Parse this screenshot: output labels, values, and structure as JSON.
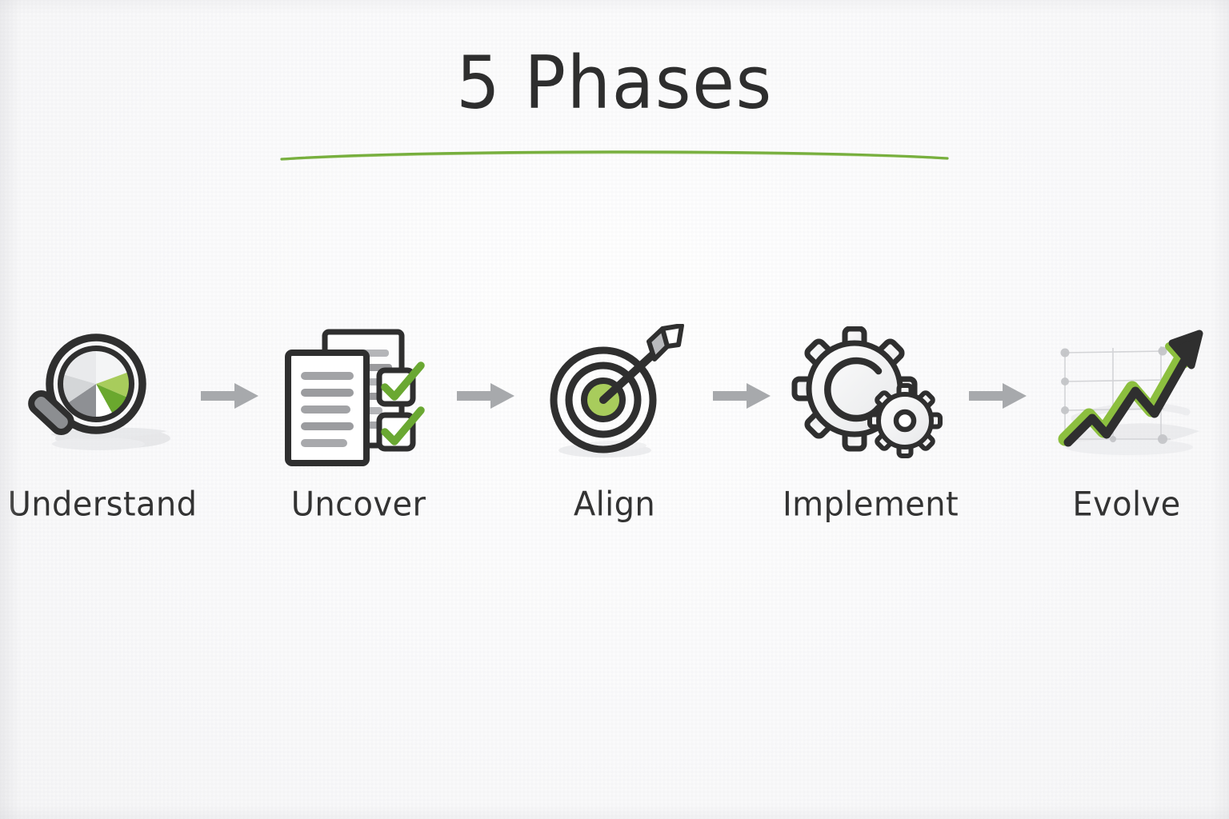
{
  "page": {
    "background_color": "#fbfbfc",
    "title": "5 Phases",
    "title_color": "#2e2e2e",
    "accent_green": "#6faa33",
    "light_green": "#a8cc5c",
    "ink_color": "#2f2f2f",
    "gray_arrow_color": "#a7a9ac",
    "text_line_gray": "#9a9a9a"
  },
  "divider": {
    "name": "green-underline",
    "color": "#6faa33"
  },
  "phases": [
    {
      "index": 1,
      "label": "Understand",
      "icon": "magnifier-pie-chart-icon",
      "icon_description": "magnifying glass containing a pie chart with green and gray slices"
    },
    {
      "index": 2,
      "label": "Uncover",
      "icon": "documents-checklist-icon",
      "icon_description": "two stacked documents with text lines and two green checkmarks"
    },
    {
      "index": 3,
      "label": "Align",
      "icon": "target-arrow-icon",
      "icon_description": "bullseye target with green center struck by an arrow"
    },
    {
      "index": 4,
      "label": "Implement",
      "icon": "gears-icon",
      "icon_description": "a large gear and a small gear meshing"
    },
    {
      "index": 5,
      "label": "Evolve",
      "icon": "growth-chart-arrow-icon",
      "icon_description": "upward zigzag arrow rising over a faint chart grid"
    }
  ],
  "connectors": [
    {
      "name": "arrow-understand-to-uncover",
      "symbol": "right-arrow-icon"
    },
    {
      "name": "arrow-uncover-to-align",
      "symbol": "right-arrow-icon"
    },
    {
      "name": "arrow-align-to-implement",
      "symbol": "right-arrow-icon"
    },
    {
      "name": "arrow-implement-to-evolve",
      "symbol": "right-arrow-icon"
    }
  ]
}
